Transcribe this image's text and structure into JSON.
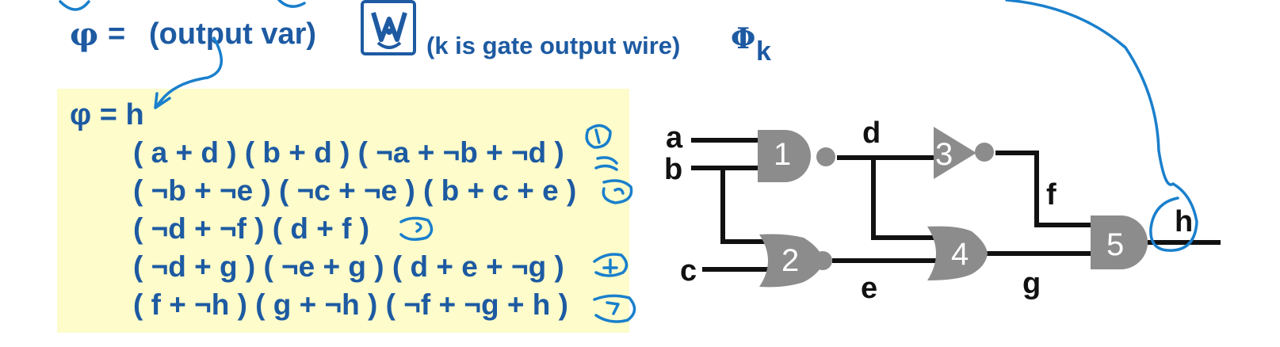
{
  "header": {
    "phi": "φ",
    "equals": "=",
    "output_var": "(output var)",
    "gate_note": "(k is gate output wire)",
    "phi_k_symbol": "Φ",
    "phi_k_subscript": "k"
  },
  "formula": {
    "first_line": "φ =  h",
    "clauses": [
      "( a + d ) ( b + d ) ( ¬a + ¬b + ¬d )",
      "( ¬b + ¬e ) ( ¬c + ¬e ) ( b + c + e )",
      "( ¬d + ¬f ) ( d + f )",
      "( ¬d + g ) ( ¬e + g ) ( d + e + ¬g )",
      "( f + ¬h ) ( g + ¬h ) ( ¬f + ¬g + h )"
    ]
  },
  "circuit": {
    "wires": {
      "a": "a",
      "b": "b",
      "c": "c",
      "d": "d",
      "e": "e",
      "f": "f",
      "g": "g",
      "h": "h"
    },
    "gates": [
      "1",
      "2",
      "3",
      "4",
      "5"
    ]
  },
  "colors": {
    "text_blue": "#1d5aa2",
    "ink_blue": "#1a7fcc",
    "highlight": "#fdfcca",
    "gate_gray": "#8c8c8c",
    "wire_black": "#111111"
  }
}
